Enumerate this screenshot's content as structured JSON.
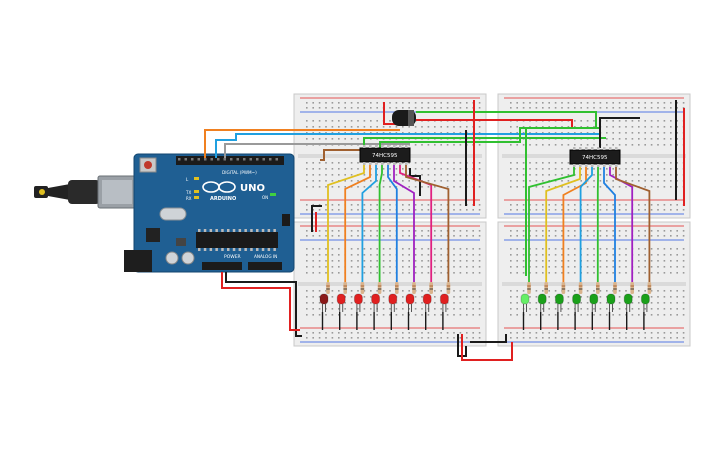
{
  "arduino": {
    "brand": "ARDUINO",
    "model": "UNO",
    "digital_label": "DIGITAL (PWM~)",
    "power_label": "POWER",
    "analog_label": "ANALOG IN",
    "tx_label": "TX",
    "rx_label": "RX",
    "l_label": "L",
    "on_label": "ON"
  },
  "chips": {
    "left": "74HC595",
    "right": "74HC595"
  },
  "leds": {
    "left_row_colors": [
      "#8b1a1a",
      "#e02020",
      "#e02020",
      "#e02020",
      "#e02020",
      "#e02020",
      "#e02020",
      "#e02020"
    ],
    "right_row_colors": [
      "#66ee66",
      "#1aa01a",
      "#1aa01a",
      "#1aa01a",
      "#1aa01a",
      "#1aa01a",
      "#1aa01a",
      "#1aa01a"
    ]
  },
  "wire_colors": {
    "left_bank": [
      "#e0c020",
      "#f08020",
      "#20a0e0",
      "#30c030",
      "#2080e0",
      "#a020c0",
      "#e02080",
      "#a06030"
    ],
    "right_bank": [
      "#30c030",
      "#e0c020",
      "#f08020",
      "#20a0e0",
      "#30c030",
      "#2080e0",
      "#a020c0",
      "#a06030"
    ]
  }
}
